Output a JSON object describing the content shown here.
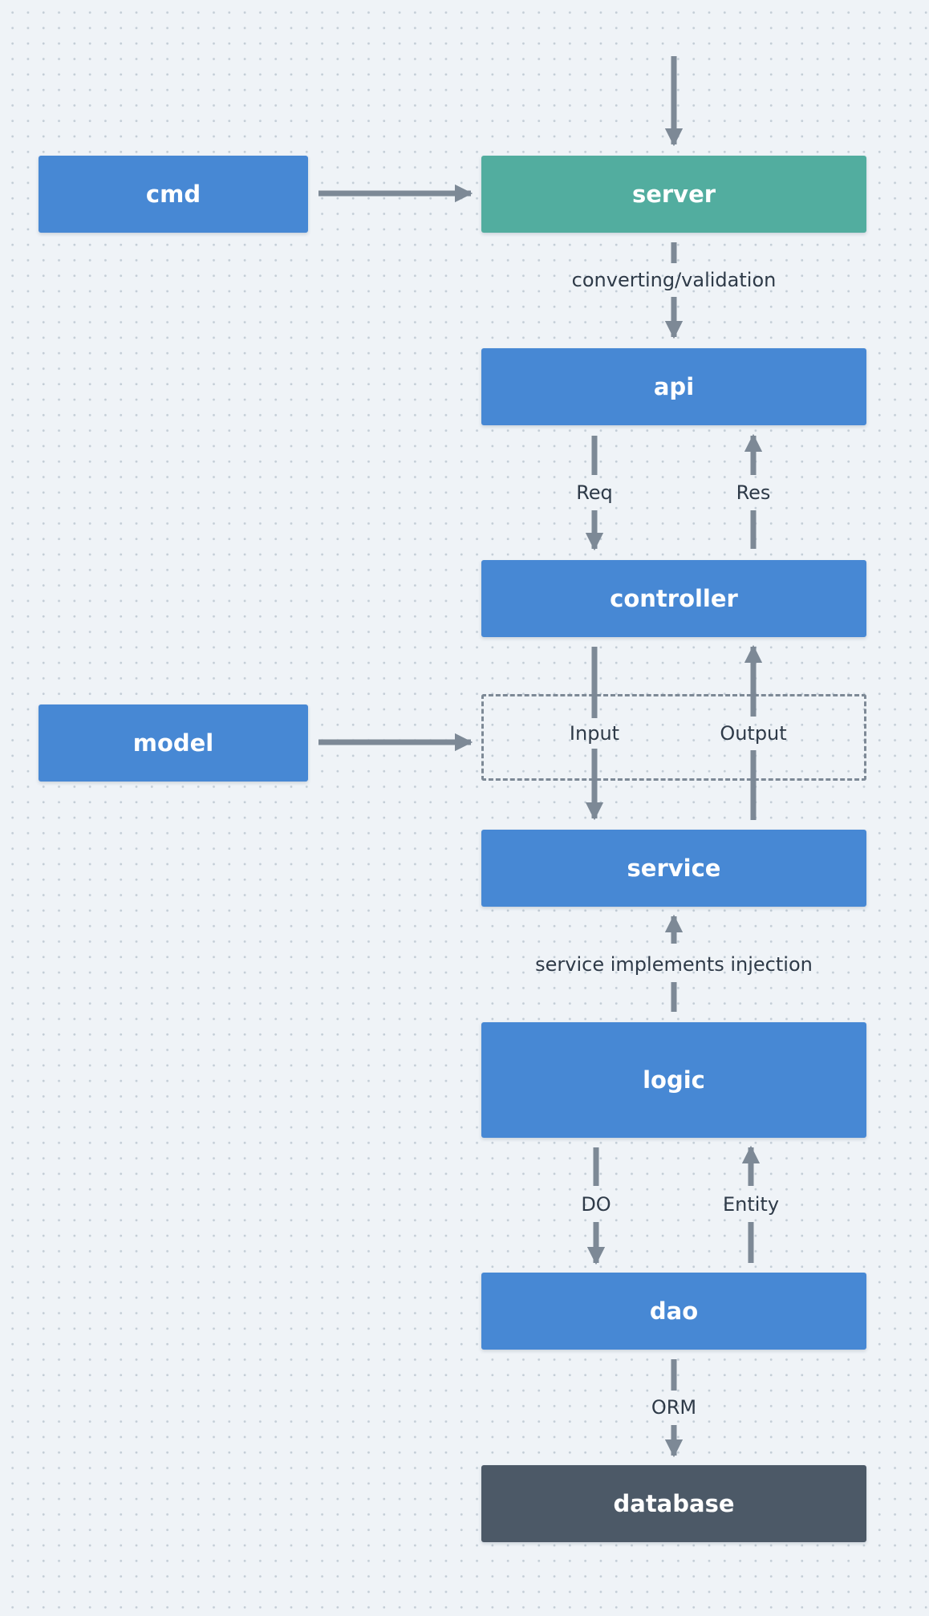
{
  "nodes": {
    "cmd": "cmd",
    "server": "server",
    "api": "api",
    "controller": "controller",
    "model": "model",
    "service": "service",
    "logic": "logic",
    "dao": "dao",
    "database": "database"
  },
  "edge_labels": {
    "converting_validation": "converting/validation",
    "req": "Req",
    "res": "Res",
    "input": "Input",
    "output": "Output",
    "service_implements_injection": "service implements injection",
    "do": "DO",
    "entity": "Entity",
    "orm": "ORM"
  },
  "colors": {
    "node_blue": "#4788d4",
    "node_green": "#52ad9f",
    "node_dark": "#4c5967",
    "arrow": "#7d8996",
    "background": "#eff3f7"
  }
}
